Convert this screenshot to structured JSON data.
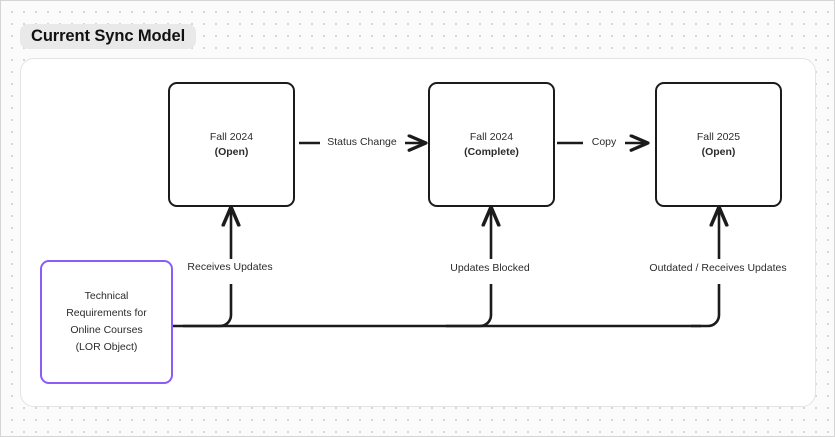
{
  "diagram": {
    "title": "Current Sync Model",
    "nodes": [
      {
        "id": "fall2024-open",
        "lines": [
          "Fall 2024",
          "(Open)"
        ],
        "bold": [
          false,
          true
        ],
        "accent": "#1b1b1b"
      },
      {
        "id": "fall2024-complete",
        "lines": [
          "Fall 2024",
          "(Complete)"
        ],
        "bold": [
          false,
          true
        ],
        "accent": "#1b1b1b"
      },
      {
        "id": "fall2025-open",
        "lines": [
          "Fall 2025",
          "(Open)"
        ],
        "bold": [
          false,
          true
        ],
        "accent": "#1b1b1b"
      },
      {
        "id": "lor-object",
        "lines": [
          "Technical",
          "Requirements for",
          "Online Courses",
          "(LOR Object)"
        ],
        "bold": [
          false,
          false,
          false,
          false
        ],
        "accent": "#8b5cf6"
      }
    ],
    "edges": [
      {
        "id": "status-change",
        "label": "Status Change"
      },
      {
        "id": "copy",
        "label": "Copy"
      },
      {
        "id": "receives-updates",
        "label": "Receives Updates"
      },
      {
        "id": "updates-blocked",
        "label": "Updates Blocked"
      },
      {
        "id": "outdated-receives-updates",
        "label": "Outdated / Receives Updates"
      }
    ]
  },
  "colors": {
    "stroke": "#1b1b1b",
    "purple": "#8b5cf6",
    "canvas_bg": "#fbfbfb",
    "panel_bg": "#ffffff",
    "title_pill_bg": "#e9e9e9",
    "dot_grid": "#c9c9c9"
  }
}
